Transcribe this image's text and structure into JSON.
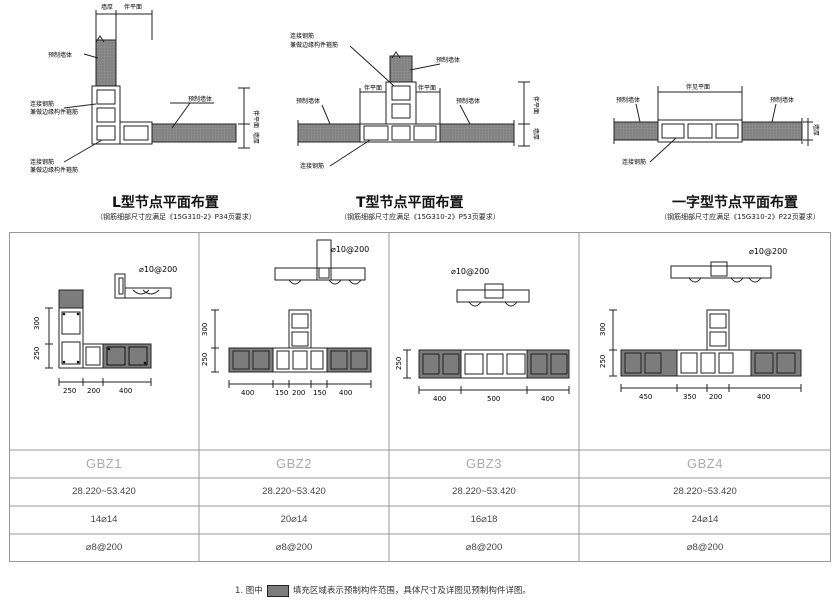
{
  "top_diagrams": [
    {
      "title": "L型节点平面布置",
      "subtitle": "（钢筋细部尺寸应满足《15G310-2》P34页要求）",
      "labels": {
        "wall_thickness": "墙厚",
        "flange": "伴平面",
        "precast_wall_1": "预制墙体",
        "precast_wall_2": "预制墙体",
        "connect_rebar_1": "连接钢筋",
        "connect_rebar_1b": "兼做边缘构件箍筋",
        "connect_rebar_2": "连接钢筋",
        "connect_rebar_2b": "兼做边缘构件箍筋",
        "dim_right_1": "伴平面",
        "dim_right_2": "墙厚"
      }
    },
    {
      "title": "T型节点平面布置",
      "subtitle": "（钢筋细部尺寸应满足《15G310-2》P53页要求）",
      "labels": {
        "connect_rebar": "连接钢筋",
        "connect_rebar_b": "兼做边缘构件箍筋",
        "precast_wall_top": "预制墙体",
        "precast_wall_left": "预制墙体",
        "precast_wall_right": "预制墙体",
        "flange_l": "伴平面",
        "flange_r": "伴平面",
        "bottom_rebar": "连接钢筋",
        "dim_right_1": "伴平面",
        "dim_right_2": "墙厚"
      }
    },
    {
      "title": "一字型节点平面布置",
      "subtitle": "（钢筋细部尺寸应满足《15G310-2》P22页要求）",
      "labels": {
        "precast_wall_left": "预制墙体",
        "precast_wall_right": "预制墙体",
        "flange": "伴见平面",
        "bottom_rebar": "连接钢筋",
        "dim_right": "墙厚"
      }
    }
  ],
  "table": {
    "columns": [
      {
        "rebar_note": "⌀10@200",
        "dims_bottom": [
          "250",
          "200",
          "400"
        ],
        "dims_left": [
          "300",
          "250"
        ],
        "name": "GBZ1",
        "elevation": "28.220~53.420",
        "longitudinal": "14⌀14",
        "stirrup": "⌀8@200"
      },
      {
        "rebar_note": "⌀10@200",
        "dims_bottom": [
          "400",
          "150",
          "200",
          "150",
          "400"
        ],
        "dims_left": [
          "300",
          "250"
        ],
        "name": "GBZ2",
        "elevation": "28.220~53.420",
        "longitudinal": "20⌀14",
        "stirrup": "⌀8@200"
      },
      {
        "rebar_note": "⌀10@200",
        "dims_bottom": [
          "400",
          "500",
          "400"
        ],
        "dims_left": [
          "250"
        ],
        "name": "GBZ3",
        "elevation": "28.220~53.420",
        "longitudinal": "16⌀18",
        "stirrup": "⌀8@200"
      },
      {
        "rebar_note": "⌀10@200",
        "dims_bottom": [
          "450",
          "350",
          "200",
          "400"
        ],
        "dims_left": [
          "300",
          "250"
        ],
        "name": "GBZ4",
        "elevation": "28.220~53.420",
        "longitudinal": "24⌀14",
        "stirrup": "⌀8@200"
      }
    ]
  },
  "note": {
    "prefix": "1. 图中",
    "text": "填充区域表示预制构件范围，具体尺寸及详图见预制构件详图。"
  },
  "colors": {
    "fill": "#7c7c7c",
    "line": "#222222",
    "grid": "#999999"
  }
}
